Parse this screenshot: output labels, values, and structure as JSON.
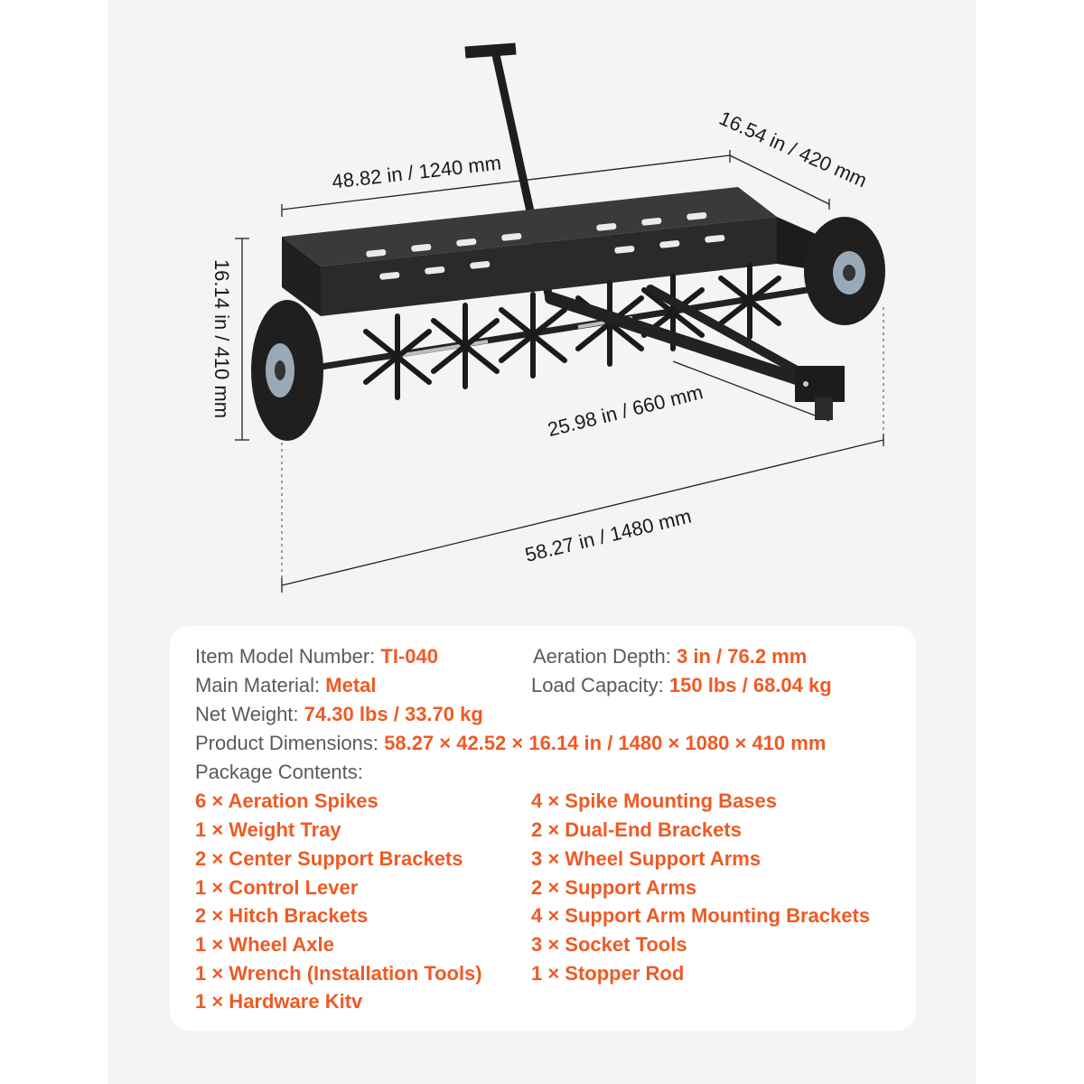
{
  "colors": {
    "accent": "#ee5a24",
    "label": "#5a5a5a",
    "panel": "#f4f4f4",
    "card": "#ffffff"
  },
  "dimensions": {
    "top_width": "48.82 in / 1240 mm",
    "top_depth": "16.54 in / 420 mm",
    "height": "16.14 in / 410 mm",
    "tongue": "25.98 in / 660 mm",
    "overall": "58.27 in / 1480 mm"
  },
  "specs": {
    "model": {
      "label": "Item Model Number:",
      "value": "TI-040"
    },
    "depth": {
      "label": "Aeration Depth:",
      "value": "3 in / 76.2 mm"
    },
    "material": {
      "label": "Main Material:",
      "value": "Metal"
    },
    "load": {
      "label": "Load Capacity:",
      "value": "150 lbs / 68.04 kg"
    },
    "weight": {
      "label": "Net Weight:",
      "value": "74.30 lbs / 33.70 kg"
    },
    "product_dims": {
      "label": "Product Dimensions:",
      "value": "58.27 × 42.52 × 16.14 in / 1480 × 1080 × 410 mm"
    },
    "package_label": "Package Contents:"
  },
  "package": {
    "left": [
      "6 × Aeration Spikes",
      "1 × Weight Tray",
      "2 × Center Support Brackets",
      "1 × Control Lever",
      "2 × Hitch Brackets",
      "1 × Wheel Axle",
      "1 × Wrench (Installation Tools)",
      "1 × Hardware Kitv"
    ],
    "right": [
      "4 × Spike Mounting Bases",
      "2 × Dual-End Brackets",
      "3 × Wheel Support Arms",
      "2 × Support Arms",
      "4 × Support Arm Mounting Brackets",
      "3 × Socket Tools",
      "1 × Stopper Rod"
    ]
  }
}
